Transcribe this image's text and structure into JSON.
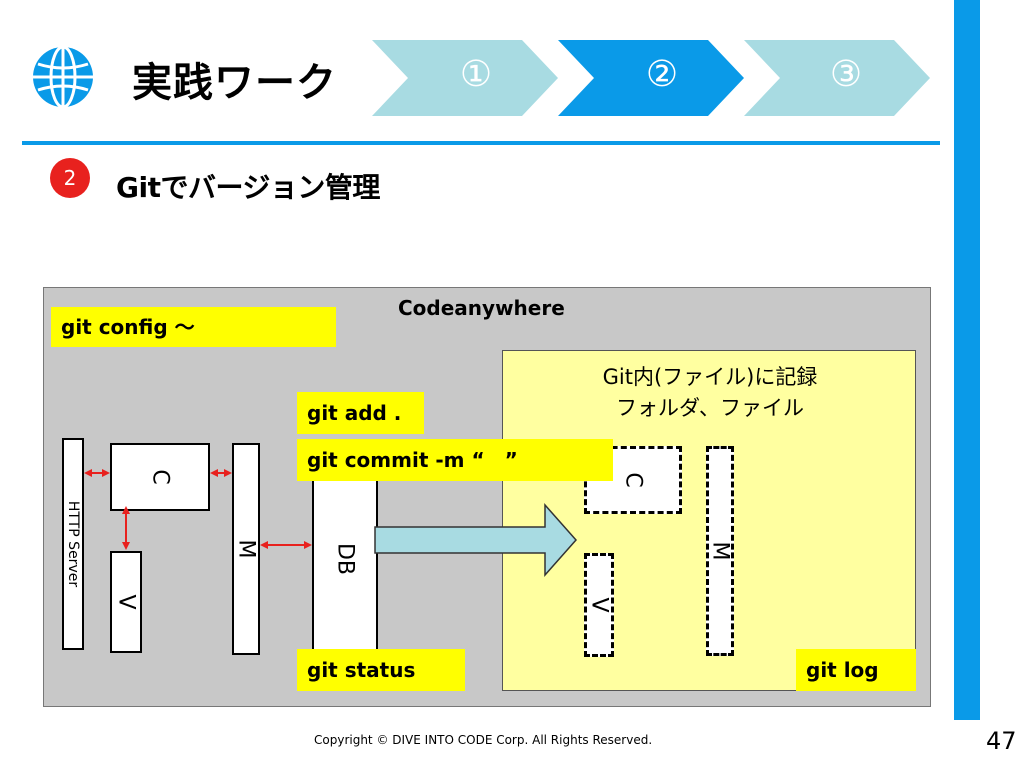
{
  "header": {
    "title": "実践ワーク",
    "steps": [
      {
        "label": "①",
        "color": "#a8dbe2",
        "active": false
      },
      {
        "label": "②",
        "color": "#0a9ae8",
        "active": true
      },
      {
        "label": "③",
        "color": "#a8dbe2",
        "active": false
      }
    ],
    "accent_color": "#0a9ae8"
  },
  "section": {
    "number": "2",
    "title": "Gitでバージョン管理",
    "badge_color": "#e8211e"
  },
  "diagram": {
    "environment_label": "Codeanywhere",
    "git_area_label_line1": "Git内(ファイル)に記録",
    "git_area_label_line2": "フォルダ、ファイル",
    "commands": {
      "config": "git config 〜",
      "add": "git add .",
      "commit": "git commit -m “　”",
      "status": "git status",
      "log": "git log"
    },
    "components": {
      "http_server": "HTTP Server",
      "controller": "C",
      "view": "V",
      "model": "M",
      "db": "DB"
    },
    "committed": {
      "controller": "C",
      "view": "V",
      "model": "M"
    },
    "colors": {
      "environment": "#c8c8c8",
      "git_area": "#ffffa0",
      "command_highlight": "#ffff00",
      "arrow_double": "#e8211e",
      "commit_arrow_fill": "#a8dbe2"
    }
  },
  "footer": {
    "copyright": "Copyright © DIVE INTO CODE Corp. All Rights Reserved.",
    "page_number": "47"
  }
}
